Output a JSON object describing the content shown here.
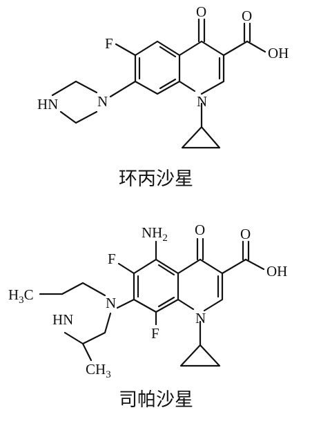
{
  "compound_1": {
    "name": "环丙沙星",
    "atoms": {
      "f": "F",
      "ketone_o": "O",
      "acid_o": "O",
      "acid_oh": "OH",
      "ring_n": "N",
      "piperazine_n": "N",
      "piperazine_nh": "HN"
    }
  },
  "compound_2": {
    "name": "司帕沙星",
    "atoms": {
      "amine": "NH",
      "amine_sub": "2",
      "f_top": "F",
      "f_bottom": "F",
      "ketone_o": "O",
      "acid_o": "O",
      "acid_oh": "OH",
      "ring_n": "N",
      "piperazine_n": "N",
      "piperazine_nh": "HN",
      "methyl_1_h": "H",
      "methyl_1_sub": "3",
      "methyl_1_c": "C",
      "methyl_2": "CH",
      "methyl_2_sub": "3"
    }
  }
}
